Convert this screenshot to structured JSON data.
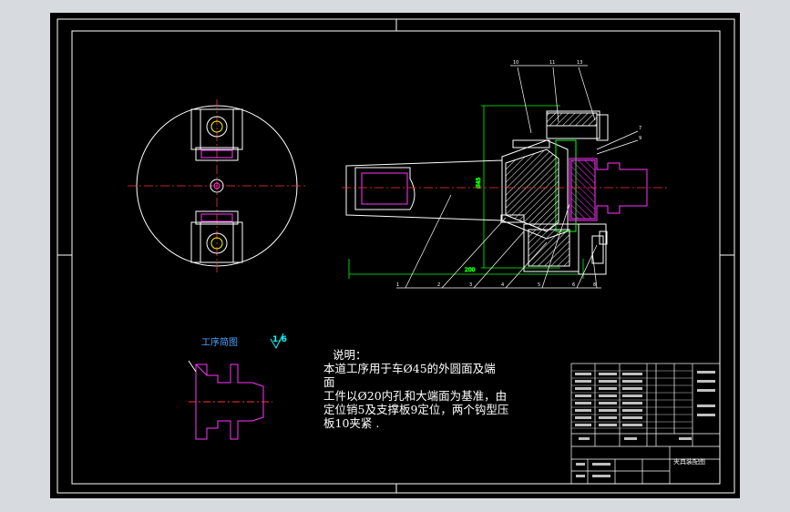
{
  "process_sketch": {
    "title": "工序简图",
    "roughness": "1.6"
  },
  "notes": {
    "heading": "说明：",
    "line1": "本道工序用于车Ø45的外圆面及端",
    "line2": "面",
    "line3": "工件以Ø20内孔和大端面为基准，由",
    "line4": "定位销5及支撑板9定位，两个钩型压",
    "line5": "板10夹紧 ."
  },
  "title_block": {
    "drawing_name": "夹具装配图"
  },
  "colors": {
    "background": "#000000",
    "frame": "#ffffff",
    "outline": "#ffffff",
    "magenta": "#ff33ff",
    "green": "#00ff00",
    "centerline": "#ff3333",
    "cyan": "#00ffff",
    "yellow": "#ffff00",
    "blue": "#4aa3ff"
  }
}
